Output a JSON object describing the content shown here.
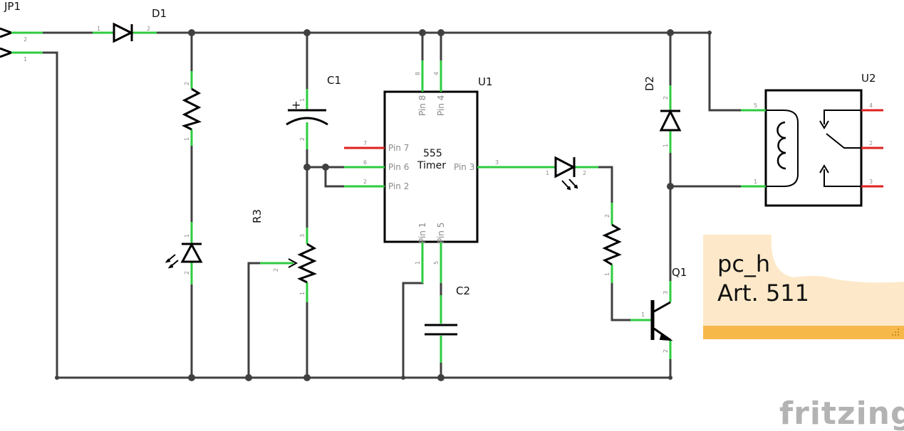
{
  "parts": {
    "jp1": {
      "ref": "JP1",
      "pins": [
        "2",
        "1"
      ]
    },
    "d1": {
      "ref": "D1",
      "pins": [
        "1",
        "2"
      ]
    },
    "c1": {
      "ref": "C1",
      "pins": [
        "1",
        "2"
      ],
      "polarity": "+"
    },
    "u1": {
      "ref": "U1",
      "name_line1": "555",
      "name_line2": "Timer",
      "pin_labels": {
        "p8": "Pin 8",
        "p4": "Pin 4",
        "p7": "Pin 7",
        "p6": "Pin 6",
        "p2": "Pin 2",
        "p3": "Pin 3",
        "p1": "Pin 1",
        "p5": "Pin 5"
      },
      "pin_numbers": {
        "p8": "8",
        "p4": "4",
        "p7": "7",
        "p6": "6",
        "p2": "2",
        "p3": "3",
        "p1": "1",
        "p5": "5"
      }
    },
    "d2": {
      "ref": "D2",
      "pins": [
        "2",
        "1"
      ]
    },
    "u2": {
      "ref": "U2",
      "pins": {
        "p5": "5",
        "p1": "1",
        "p4": "4",
        "p2": "2",
        "p3": "3"
      }
    },
    "r3": {
      "ref": "R3",
      "pins": {
        "p3": "3",
        "p2": "2",
        "p1": "1"
      }
    },
    "c2": {
      "ref": "C2"
    },
    "q1": {
      "ref": "Q1",
      "pins": {
        "p1": "1",
        "p3": "3",
        "p2": "2"
      }
    },
    "r_left": {
      "pins": [
        "2",
        "1"
      ]
    },
    "led_left": {
      "pins": [
        "1",
        "2"
      ]
    },
    "led_right": {
      "pins": [
        "1",
        "2"
      ]
    },
    "r_right": {
      "pins": [
        "2",
        "1"
      ]
    }
  },
  "note": {
    "line1": "pc_h",
    "line2": "Art. 511",
    "background": "#fde9c9",
    "bar_color": "#f7b84a"
  },
  "brand": "fritzing",
  "colors": {
    "wire": "#404040",
    "pin_connected": "#2ecc40",
    "pin_unconnected": "#e02020"
  }
}
